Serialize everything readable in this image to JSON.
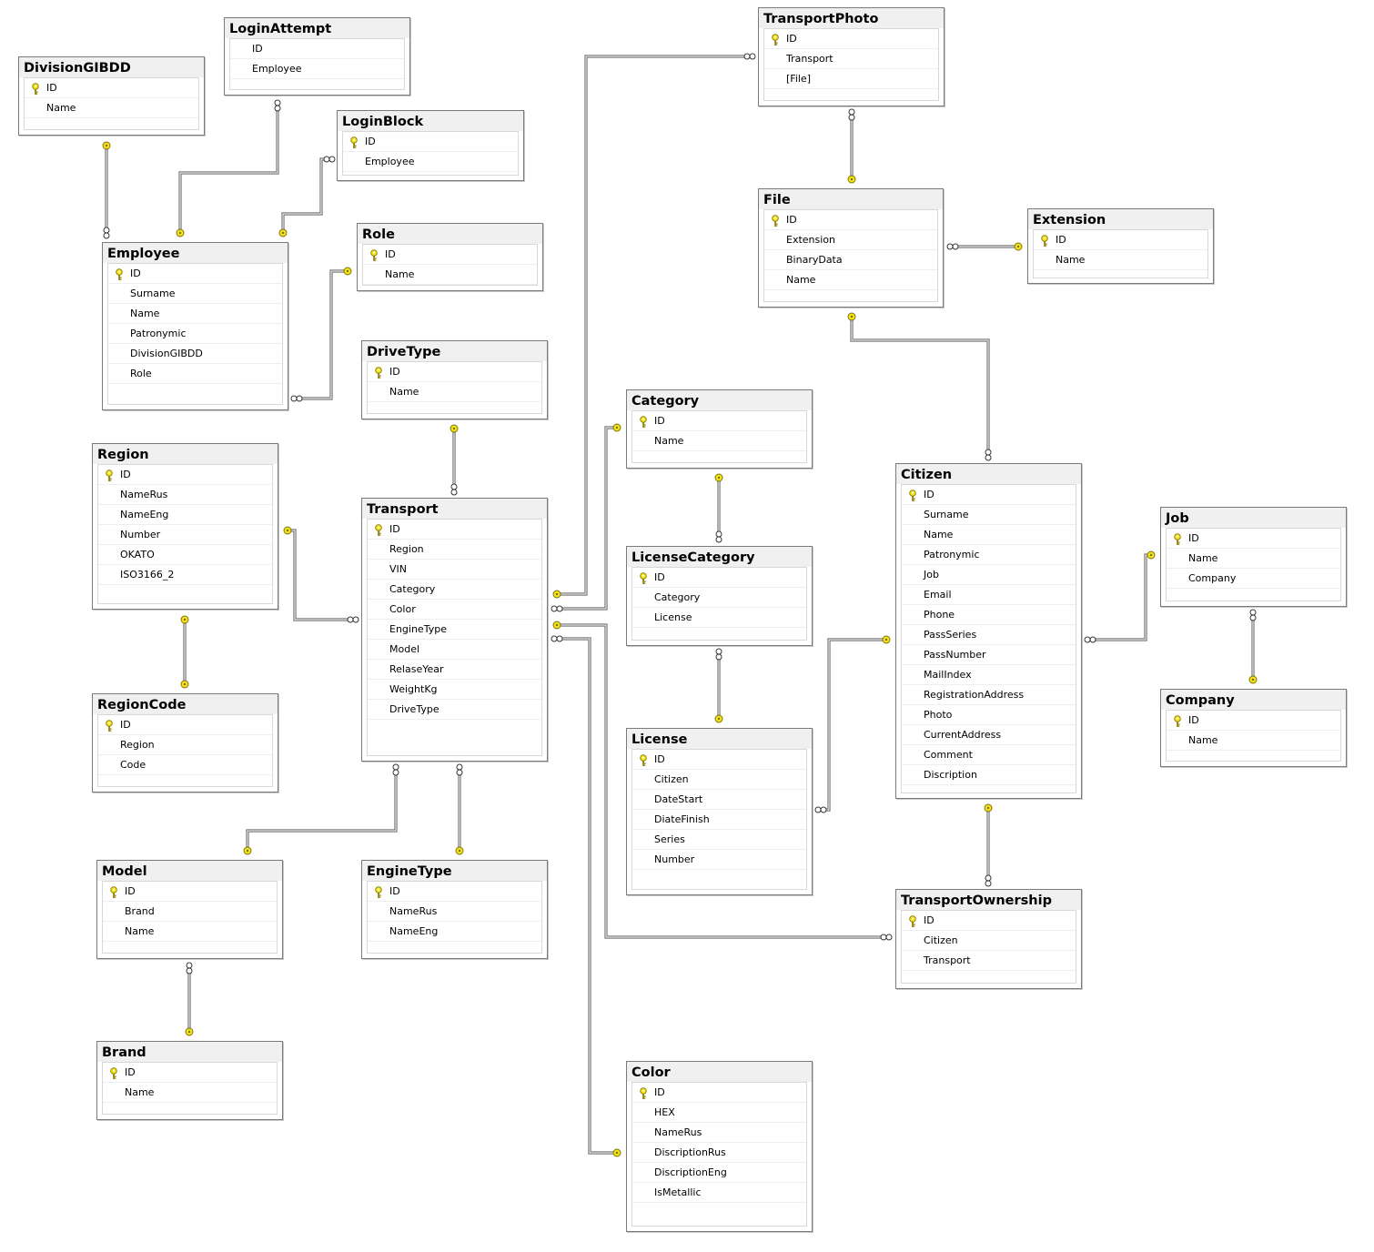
{
  "tables": {
    "DivisionGIBDD": {
      "name": "DivisionGIBDD",
      "columns": [
        "ID",
        "Name"
      ],
      "pk": [
        0
      ]
    },
    "LoginAttempt": {
      "name": "LoginAttempt",
      "columns": [
        "ID",
        "Employee"
      ],
      "pk": []
    },
    "LoginBlock": {
      "name": "LoginBlock",
      "columns": [
        "ID",
        "Employee"
      ],
      "pk": [
        0
      ]
    },
    "Employee": {
      "name": "Employee",
      "columns": [
        "ID",
        "Surname",
        "Name",
        "Patronymic",
        "DivisionGIBDD",
        "Role"
      ],
      "pk": [
        0
      ]
    },
    "Role": {
      "name": "Role",
      "columns": [
        "ID",
        "Name"
      ],
      "pk": [
        0
      ]
    },
    "DriveType": {
      "name": "DriveType",
      "columns": [
        "ID",
        "Name"
      ],
      "pk": [
        0
      ]
    },
    "Region": {
      "name": "Region",
      "columns": [
        "ID",
        "NameRus",
        "NameEng",
        "Number",
        "OKATO",
        "ISO3166_2"
      ],
      "pk": [
        0
      ]
    },
    "RegionCode": {
      "name": "RegionCode",
      "columns": [
        "ID",
        "Region",
        "Code"
      ],
      "pk": [
        0
      ]
    },
    "Transport": {
      "name": "Transport",
      "columns": [
        "ID",
        "Region",
        "VIN",
        "Category",
        "Color",
        "EngineType",
        "Model",
        "RelaseYear",
        "WeightKg",
        "DriveType"
      ],
      "pk": [
        0
      ]
    },
    "Model": {
      "name": "Model",
      "columns": [
        "ID",
        "Brand",
        "Name"
      ],
      "pk": [
        0
      ]
    },
    "EngineType": {
      "name": "EngineType",
      "columns": [
        "ID",
        "NameRus",
        "NameEng"
      ],
      "pk": [
        0
      ]
    },
    "Brand": {
      "name": "Brand",
      "columns": [
        "ID",
        "Name"
      ],
      "pk": [
        0
      ]
    },
    "TransportPhoto": {
      "name": "TransportPhoto",
      "columns": [
        "ID",
        "Transport",
        "[File]"
      ],
      "pk": [
        0
      ]
    },
    "File": {
      "name": "File",
      "columns": [
        "ID",
        "Extension",
        "BinaryData",
        "Name"
      ],
      "pk": [
        0
      ]
    },
    "Extension": {
      "name": "Extension",
      "columns": [
        "ID",
        "Name"
      ],
      "pk": [
        0
      ]
    },
    "Category": {
      "name": "Category",
      "columns": [
        "ID",
        "Name"
      ],
      "pk": [
        0
      ]
    },
    "LicenseCategory": {
      "name": "LicenseCategory",
      "columns": [
        "ID",
        "Category",
        "License"
      ],
      "pk": [
        0
      ]
    },
    "License": {
      "name": "License",
      "columns": [
        "ID",
        "Citizen",
        "DateStart",
        "DiateFinish",
        "Series",
        "Number"
      ],
      "pk": [
        0
      ]
    },
    "Color": {
      "name": "Color",
      "columns": [
        "ID",
        "HEX",
        "NameRus",
        "DiscriptionRus",
        "DiscriptionEng",
        "IsMetallic"
      ],
      "pk": [
        0
      ]
    },
    "Citizen": {
      "name": "Citizen",
      "columns": [
        "ID",
        "Surname",
        "Name",
        "Patronymic",
        "Job",
        "Email",
        "Phone",
        "PassSeries",
        "PassNumber",
        "MailIndex",
        "RegistrationAddress",
        "Photo",
        "CurrentAddress",
        "Comment",
        "Discription"
      ],
      "pk": [
        0
      ]
    },
    "Job": {
      "name": "Job",
      "columns": [
        "ID",
        "Name",
        "Company"
      ],
      "pk": [
        0
      ]
    },
    "Company": {
      "name": "Company",
      "columns": [
        "ID",
        "Name"
      ],
      "pk": [
        0
      ]
    },
    "TransportOwnership": {
      "name": "TransportOwnership",
      "columns": [
        "ID",
        "Citizen",
        "Transport"
      ],
      "pk": [
        0
      ]
    }
  },
  "relationships": [
    [
      "DivisionGIBDD",
      "Employee"
    ],
    [
      "Employee",
      "LoginAttempt"
    ],
    [
      "Employee",
      "LoginBlock"
    ],
    [
      "Role",
      "Employee"
    ],
    [
      "Region",
      "Transport"
    ],
    [
      "Region",
      "RegionCode"
    ],
    [
      "DriveType",
      "Transport"
    ],
    [
      "Model",
      "Transport"
    ],
    [
      "EngineType",
      "Transport"
    ],
    [
      "Brand",
      "Model"
    ],
    [
      "Transport",
      "TransportPhoto"
    ],
    [
      "File",
      "TransportPhoto"
    ],
    [
      "Extension",
      "File"
    ],
    [
      "File",
      "Citizen"
    ],
    [
      "Category",
      "Transport"
    ],
    [
      "Category",
      "LicenseCategory"
    ],
    [
      "License",
      "LicenseCategory"
    ],
    [
      "Color",
      "Transport"
    ],
    [
      "Citizen",
      "License"
    ],
    [
      "Transport",
      "TransportOwnership"
    ],
    [
      "Citizen",
      "TransportOwnership"
    ],
    [
      "Job",
      "Citizen"
    ],
    [
      "Company",
      "Job"
    ]
  ],
  "colors": {
    "key": "#f2e31b",
    "line": "#6e6e6e",
    "header": "#f0f0f0"
  }
}
